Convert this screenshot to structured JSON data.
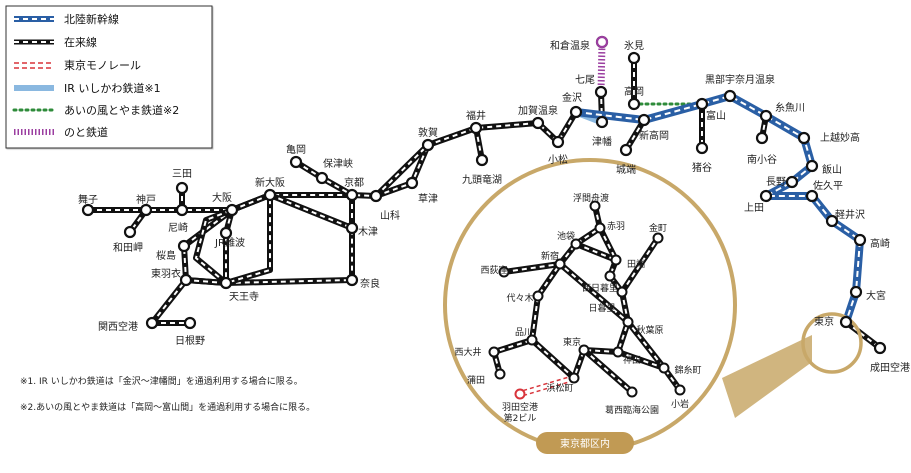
{
  "legend": {
    "items": [
      {
        "label": "北陸新幹線",
        "type": "shinkansen"
      },
      {
        "label": "在来線",
        "type": "conventional"
      },
      {
        "label": "東京モノレール",
        "type": "monorail"
      },
      {
        "label": "IR いしかわ鉄道※1",
        "type": "ir"
      },
      {
        "label": "あいの風とやま鉄道※2",
        "type": "ainokaze"
      },
      {
        "label": "のと鉄道",
        "type": "noto"
      }
    ]
  },
  "colors": {
    "shinkansen": "#2a5fa5",
    "ir": "#8ab8e0",
    "ainokaze": "#2e8b3a",
    "noto": "#9b3ea0",
    "monorail": "#d8333a",
    "rail": "#111111",
    "circle": "#c8a869",
    "badge": "#c19a54"
  },
  "stations": {
    "maiko": "舞子",
    "kobe": "神戸",
    "wadamisaki": "和田岬",
    "amagasaki": "尼崎",
    "sanda": "三田",
    "osaka": "大阪",
    "shinosaka": "新大阪",
    "kameoka": "亀岡",
    "hozukyo": "保津峡",
    "kyoto": "京都",
    "yamashina": "山科",
    "kizu": "木津",
    "nara": "奈良",
    "sakurajima": "桜島",
    "jrnamba": "JR難波",
    "tennoji": "天王寺",
    "higashihagoromo": "東羽衣",
    "kansaikuko": "関西空港",
    "hineno": "日根野",
    "tsuruga": "敦賀",
    "kusatsu": "草津",
    "fukui": "福井",
    "kagaonsen": "加賀温泉",
    "kuzuryuko": "九頭竜湖",
    "komatsu": "小松",
    "kanazawa": "金沢",
    "tsubata": "津幡",
    "nanao": "七尾",
    "wakuraonsen": "和倉温泉",
    "himi": "氷見",
    "takaoka": "高岡",
    "shintakaoka": "新高岡",
    "johana": "城端",
    "toyama": "富山",
    "inotani": "猪谷",
    "kurobeunazuki": "黒部宇奈月温泉",
    "minamiotari": "南小谷",
    "itoigawa": "糸魚川",
    "joetsumyoko": "上越妙高",
    "iiyama": "飯山",
    "nagano": "長野",
    "ueda": "上田",
    "sakudaira": "佐久平",
    "karuizawa": "軽井沢",
    "takasaki": "高崎",
    "omiya": "大宮",
    "tokyo": "東京",
    "naritakuko": "成田空港"
  },
  "inset": {
    "badge": "東京都区内",
    "stations": {
      "ukimafunado": "浮間舟渡",
      "akabane": "赤羽",
      "ikebukuro": "池袋",
      "tabata": "田端",
      "kanamachi": "金町",
      "nishiogikubo": "西荻窪",
      "shinjuku": "新宿",
      "nishinippori": "西日暮里",
      "nippori": "日暮里",
      "yoyogi": "代々木",
      "akihabara": "秋葉原",
      "shinagawa": "品川",
      "tokyo": "東京",
      "kanda": "神田",
      "nishioi": "西大井",
      "kinshicho": "錦糸町",
      "kamata": "蒲田",
      "hamamatsucho": "浜松町",
      "haneda": "羽田空港\n第2ビル",
      "koiwa": "小岩",
      "kasairinkai": "葛西臨海公園"
    }
  },
  "notes": [
    "※1. IR いしかわ鉄道は「金沢～津幡間」を通過利用する場合に限る。",
    "※2.あいの風とやま鉄道は「高岡～富山間」を通過利用する場合に限る。"
  ]
}
